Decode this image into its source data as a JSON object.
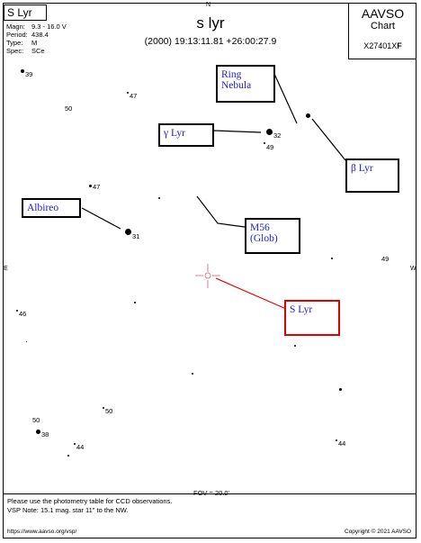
{
  "header": {
    "star_name": "S Lyr",
    "title": "s lyr",
    "coordinates": "(2000) 19:13:11.81  +26:00:27.9",
    "info": [
      {
        "key": "Magn:",
        "value": "9.3 - 16.0 V"
      },
      {
        "key": "Period:",
        "value": "438.4"
      },
      {
        "key": "Type:",
        "value": "M"
      },
      {
        "key": "Spec:",
        "value": "SCe"
      }
    ]
  },
  "brand": {
    "name": "AAVSO",
    "subtitle": "Chart",
    "chart_id_prefix": "X27401X",
    "chart_id_suffix": "F"
  },
  "compass": {
    "north": "N",
    "west": "W",
    "east": "E"
  },
  "fov": "FOV = 20.0'",
  "labels": {
    "ring_nebula": [
      "Ring",
      "Nebula"
    ],
    "gamma_lyr": "γ Lyr",
    "beta_lyr": "β Lyr",
    "albireo": "Albireo",
    "m56": [
      "M56",
      "(Glob)"
    ],
    "s_lyr": "S Lyr"
  },
  "magnitudes": {
    "m39": "39",
    "m50a": "50",
    "m47a": "47",
    "m32": "32",
    "m49a": "49",
    "m47b": "47",
    "m31": "31",
    "m49b": "49",
    "m46": "46",
    "m50b": "50",
    "m50c": "50",
    "m38": "38",
    "m44a": "44",
    "m44b": "44"
  },
  "footer": {
    "note1": "Please use the photometry table for CCD observations.",
    "note2": "VSP Note: 15.1 mag. star 11\" to the NW.",
    "url": "https://www.aavso.org/vsp/",
    "copyright": "Copyright © 2021 AAVSO"
  }
}
